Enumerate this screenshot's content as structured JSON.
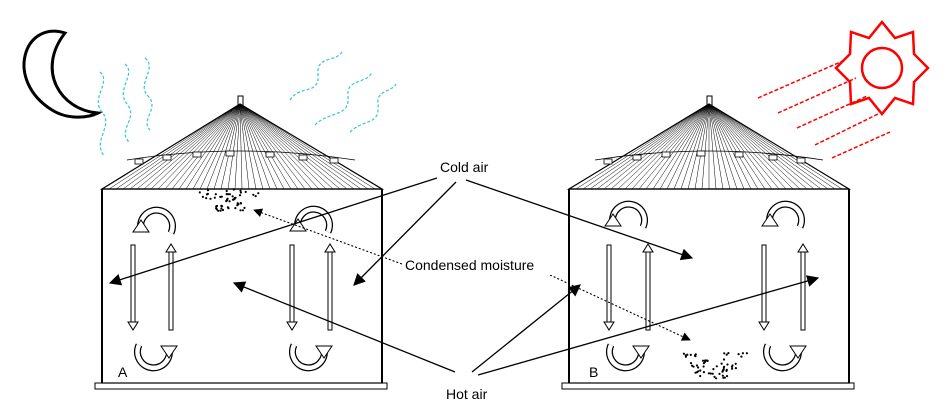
{
  "labels": {
    "cold_air": "Cold air",
    "condensed_moisture": "Condensed moisture",
    "hot_air": "Hot air",
    "bin_a": "A",
    "bin_b": "B"
  },
  "icons": {
    "moon": "crescent-moon-icon",
    "sun": "sun-icon"
  },
  "colors": {
    "line": "#000000",
    "cold_waves": "#2fc7d6",
    "sun": "#ff0000"
  }
}
